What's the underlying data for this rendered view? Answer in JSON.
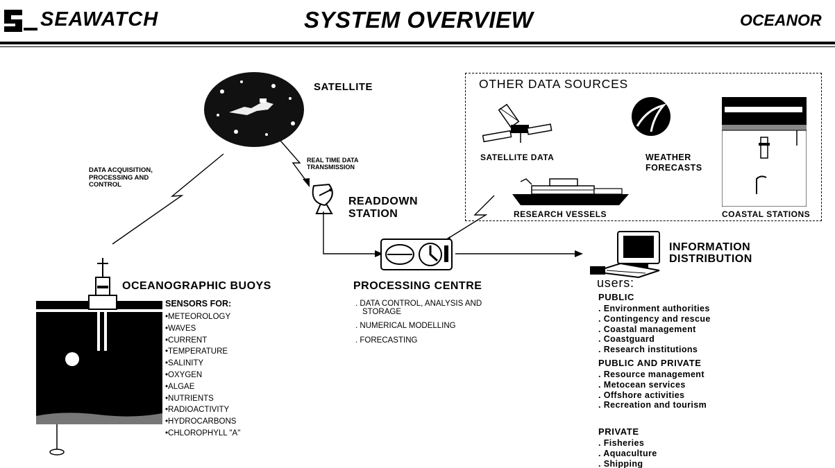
{
  "header": {
    "logo": "SEAWATCH",
    "title": "SYSTEM OVERVIEW",
    "brand": "OCEANOR"
  },
  "satellite": {
    "label": "SATELLITE",
    "link_acquisition": [
      "DATA ACQUISITION,",
      "PROCESSING AND",
      "CONTROL"
    ],
    "link_transmission": [
      "REAL TIME DATA",
      "TRANSMISSION"
    ]
  },
  "readdown": {
    "lines": [
      "READDOWN",
      "STATION"
    ]
  },
  "buoys": {
    "title": "OCEANOGRAPHIC BUOYS",
    "sensors_heading": "SENSORS FOR:",
    "sensors": [
      "METEOROLOGY",
      "WAVES",
      "CURRENT",
      "TEMPERATURE",
      "SALINITY",
      "OXYGEN",
      "ALGAE",
      "NUTRIENTS",
      "RADIOACTIVITY",
      "HYDROCARBONS",
      "CHLOROPHYLL \"A\""
    ]
  },
  "processing": {
    "title": "PROCESSING CENTRE",
    "tasks": [
      "DATA CONTROL, ANALYSIS AND STORAGE",
      "NUMERICAL MODELLING",
      "FORECASTING"
    ]
  },
  "other_sources": {
    "title": "OTHER DATA SOURCES",
    "satellite_data": "SATELLITE DATA",
    "weather": [
      "WEATHER",
      "FORECASTS"
    ],
    "vessels": "RESEARCH VESSELS",
    "coastal": "COASTAL STATIONS"
  },
  "distribution": {
    "title": [
      "INFORMATION",
      "DISTRIBUTION"
    ],
    "users_heading": "users:",
    "groups": [
      {
        "name": "PUBLIC",
        "items": [
          "Environment authorities",
          "Contingency and rescue",
          "Coastal management",
          "Coastguard",
          "Research institutions"
        ]
      },
      {
        "name": "PUBLIC AND PRIVATE",
        "items": [
          "Resource management",
          "Metocean services",
          "Offshore activities",
          "Recreation and tourism"
        ]
      },
      {
        "name": "PRIVATE",
        "items": [
          "Fisheries",
          "Aquaculture",
          "Shipping"
        ]
      }
    ]
  }
}
